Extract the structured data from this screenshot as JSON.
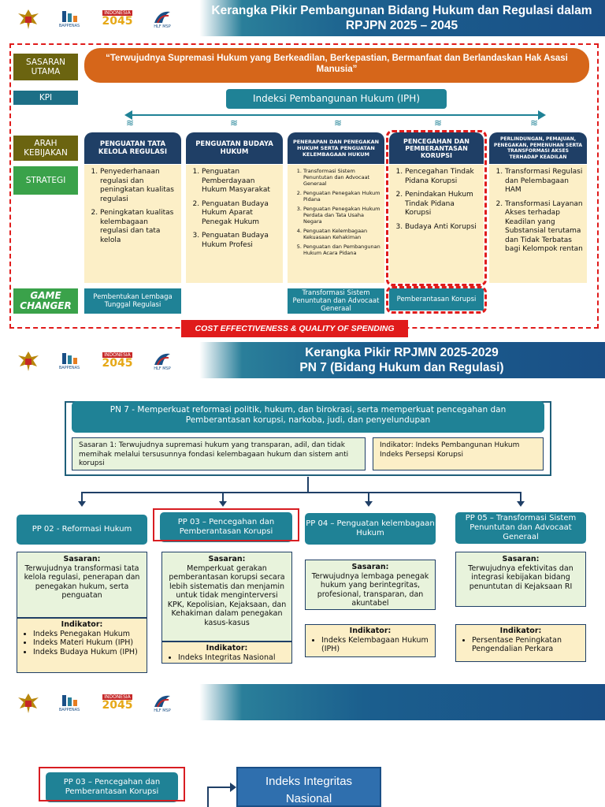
{
  "slide1": {
    "title": "Kerangka Pikir Pembangunan Bidang Hukum dan Regulasi dalam RPJPN 2025 – 2045",
    "labels": {
      "sasaran_utama": "SASARAN UTAMA",
      "kpi": "KPI",
      "arah_kebijakan": "ARAH KEBIJAKAN",
      "strategi": "STRATEGI",
      "game_changer": "GAME CHANGER"
    },
    "goal": "“Terwujudnya Supremasi Hukum yang Berkeadilan, Berkepastian, Bermanfaat dan Berlandaskan Hak Asasi Manusia”",
    "kpi": "Indeksi Pembangunan Hukum (IPH)",
    "pillars": [
      "PENGUATAN TATA KELOLA REGULASI",
      "PENGUATAN BUDAYA HUKUM",
      "PENERAPAN DAN PENEGAKAN HUKUM SERTA PENGUATAN KELEMBAGAAN HUKUM",
      "PENCEGAHAN DAN PEMBERANTASAN KORUPSI",
      "PERLINDUNGAN, PEMAJUAN, PENEGAKAN, PEMENUHAN SERTA TRANSFORMASI AKSES TERHADAP KEADILAN"
    ],
    "strategies": [
      [
        "Penyederhanaan regulasi dan peningkatan kualitas regulasi",
        "Peningkatan kualitas kelembagaan regulasi dan tata kelola"
      ],
      [
        "Penguatan Pemberdayaan Hukum Masyarakat",
        "Penguatan Budaya Hukum Aparat Penegak Hukum",
        "Penguatan Budaya Hukum Profesi"
      ],
      [
        "Transformasi Sistem Penuntutan dan Advocaat Generaal",
        "Penguatan Penegakan Hukum Pidana",
        "Penguatan Penegakan Hukum Perdata dan Tata Usaha Negara",
        "Penguatan Kelembagaan Kekuasaan Kehakiman",
        "Penguatan dan Pembangunan Hukum Acara Pidana"
      ],
      [
        "Pencegahan Tindak Pidana Korupsi",
        "Penindakan Hukum Tindak Pidana Korupsi",
        "Budaya Anti Korupsi"
      ],
      [
        "Transformasi Regulasi dan Pelembagaan HAM",
        "Transformasi Layanan Akses terhadap Keadilan yang Substansial terutama dan Tidak Terbatas bagi Kelompok rentan"
      ]
    ],
    "game_changers": [
      "Pembentukan Lembaga Tunggal Regulasi",
      "",
      "Transformasi Sistem Penuntutan dan Advocaat Generaal",
      "Pemberantasan Korupsi",
      ""
    ],
    "footer": "COST EFFECTIVENESS & QUALITY OF SPENDING"
  },
  "slide2": {
    "title": "Kerangka Pikir RPJMN 2025-2029",
    "subtitle": "PN 7 (Bidang Hukum dan Regulasi)",
    "pn7": "PN 7 - Memperkuat reformasi politik, hukum, dan birokrasi, serta memperkuat pencegahan dan Pemberantasan korupsi, narkoba, judi, dan penyelundupan",
    "sasaran1": "Sasaran 1: Terwujudnya supremasi hukum yang transparan, adil, dan tidak memihak melalui tersusunnya fondasi kelembagaan hukum dan sistem anti korupsi",
    "indikator_pn": "Indikator: Indeks Pembangunan Hukum Indeks Persepsi Korupsi",
    "programs": [
      {
        "name": "PP 02 - Reformasi Hukum",
        "sasaran_label": "Sasaran:",
        "sasaran": "Terwujudnya transformasi tata kelola regulasi, penerapan dan penegakan hukum, serta penguatan",
        "indikator_label": "Indikator:",
        "indikator": [
          "Indeks Penegakan Hukum",
          "Indeks Materi Hukum (IPH)",
          "Indeks Budaya Hukum (IPH)"
        ]
      },
      {
        "name": "PP 03 – Pencegahan dan Pemberantasan Korupsi",
        "sasaran_label": "Sasaran:",
        "sasaran": "Memperkuat gerakan pemberantasan korupsi secara lebih sistematis dan menjamin untuk tidak menginterversi KPK, Kepolisian, Kejaksaan, dan Kehakiman dalam penegakan kasus-kasus",
        "indikator_label": "Indikator:",
        "indikator": [
          "Indeks Integritas Nasional"
        ]
      },
      {
        "name": "PP 04 – Penguatan kelembagaan Hukum",
        "sasaran_label": "Sasaran:",
        "sasaran": "Terwujudnya lembaga penegak hukum yang berintegritas, profesional, transparan, dan akuntabel",
        "indikator_label": "Indikator:",
        "indikator": [
          "Indeks Kelembagaan Hukum (IPH)"
        ]
      },
      {
        "name": "PP 05 – Transformasi Sistem Penuntutan dan Advocaat Generaal",
        "sasaran_label": "Sasaran:",
        "sasaran": "Terwujudnya efektivitas dan integrasi kebijakan bidang penuntutan di Kejaksaan RI",
        "indikator_label": "Indikator:",
        "indikator": [
          "Persentase Peningkatan Pengendalian Perkara"
        ]
      }
    ]
  },
  "slide3": {
    "pp03": "PP 03 – Pencegahan dan Pemberantasan Korupsi",
    "iin": "Indeks Integritas Nasional"
  },
  "logos": {
    "bappenas": "BAPPENAS",
    "indonesia": "INDONESIA",
    "year": "2045",
    "hlf": "HLF MSP"
  }
}
